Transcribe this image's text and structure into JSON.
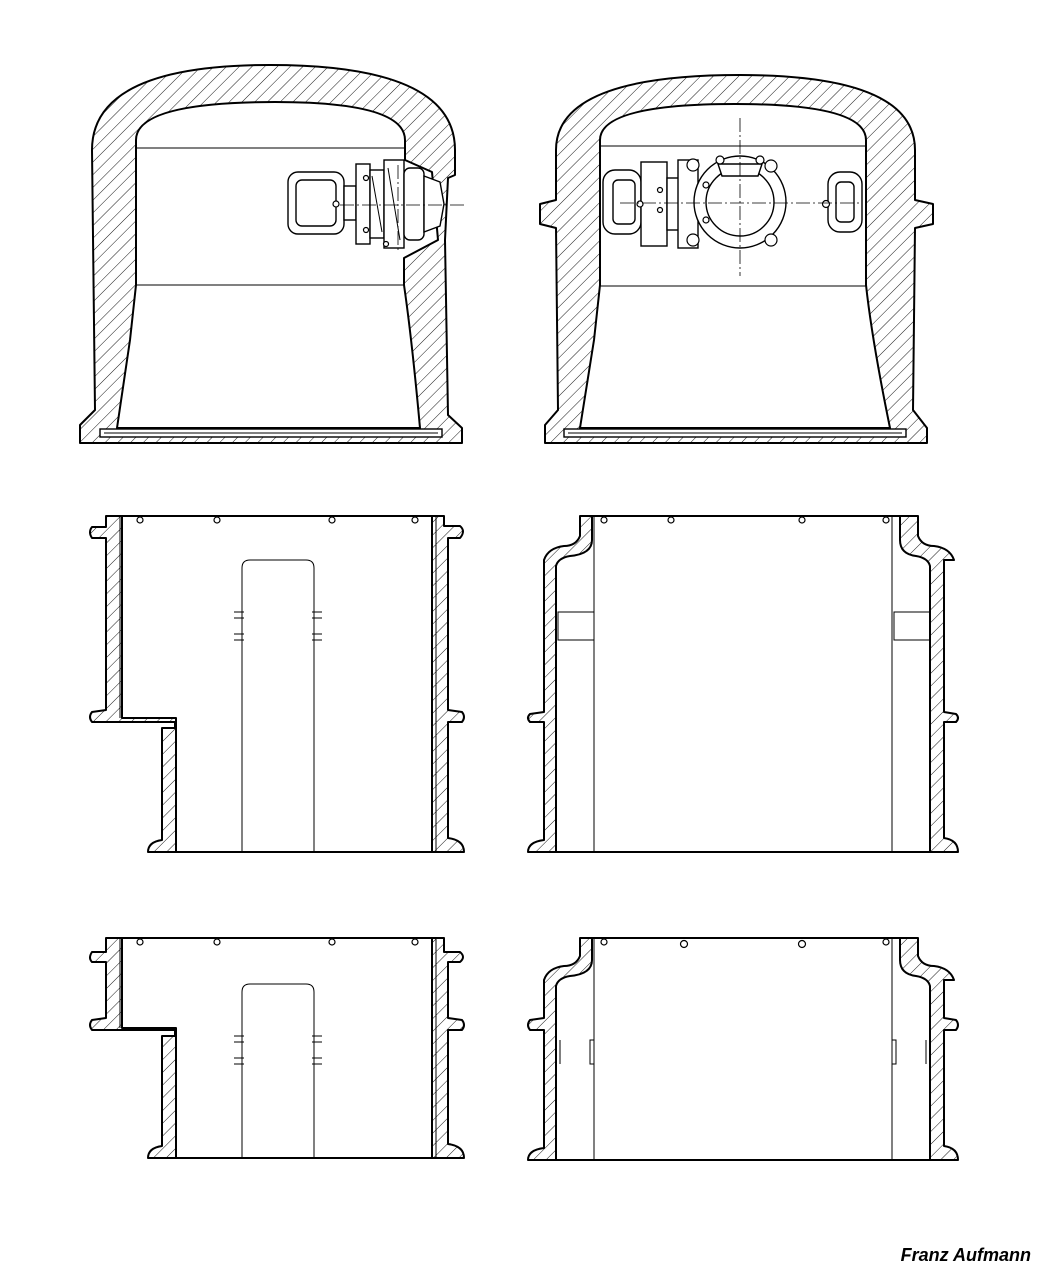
{
  "author_credit": "Franz Aufmann",
  "drawing": {
    "style": "technical cross-section line drawing",
    "views": [
      "turret-dome-section-side",
      "turret-dome-section-front",
      "casemate-section-tall-side",
      "casemate-section-tall-front",
      "casemate-section-short-side",
      "casemate-section-short-front"
    ]
  },
  "colors": {
    "line": "#000000",
    "background": "#ffffff"
  }
}
